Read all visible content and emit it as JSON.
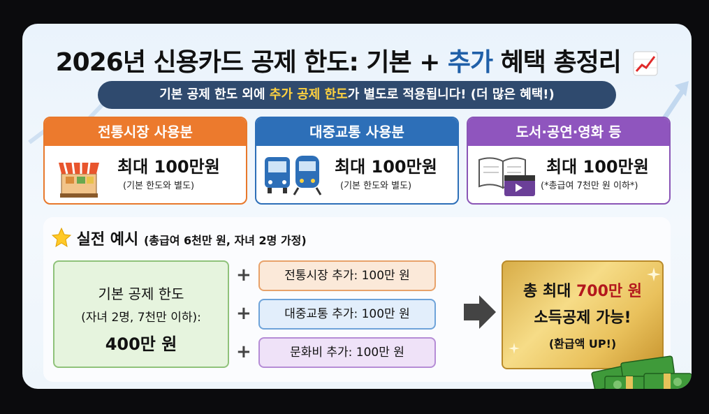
{
  "title": {
    "part1": "2026년 신용카드 공제 한도: 기본 + ",
    "highlight": "추가",
    "part2": " 혜택 총정리"
  },
  "subtitle": {
    "part1": "기본 공제 한도 외에 ",
    "highlight": "추가 공제 한도",
    "part2": "가 별도로 적용됩니다! (더 많은 혜택!)"
  },
  "categories": [
    {
      "header": "전통시장 사용분",
      "amount": "최대 100만원",
      "note": "(기본 한도와 별도)",
      "icon": "market-stall-icon"
    },
    {
      "header": "대중교통 사용분",
      "amount": "최대 100만원",
      "note": "(기본 한도와 별도)",
      "icon": "bus-train-icon"
    },
    {
      "header": "도서·공연·영화 등",
      "amount": "최대 100만원",
      "note": "(*총급여 7천만 원 이하*)",
      "icon": "book-film-icon"
    }
  ],
  "example": {
    "title": "실전 예시",
    "condition": "(총급여 6천만 원, 자녀 2명 가정)",
    "basic": {
      "line1": "기본 공제 한도",
      "line2": "(자녀 2명, 7천만 이하):",
      "amount": "400만 원"
    },
    "additions": [
      "전통시장 추가: 100만 원",
      "대중교통 추가: 100만 원",
      "문화비 추가: 100만 원"
    ],
    "plus_sign": "+",
    "total": {
      "prefix": "총 최대 ",
      "amount": "700만 원",
      "line2": "소득공제 가능!",
      "line3": "(환급액 UP!)"
    }
  },
  "colors": {
    "market": "#ec7a2d",
    "transit": "#2d6fb8",
    "culture": "#8f55be",
    "banner": "#2f4a6e",
    "highlight_yellow": "#ffd23f",
    "total_red": "#b3171d"
  }
}
